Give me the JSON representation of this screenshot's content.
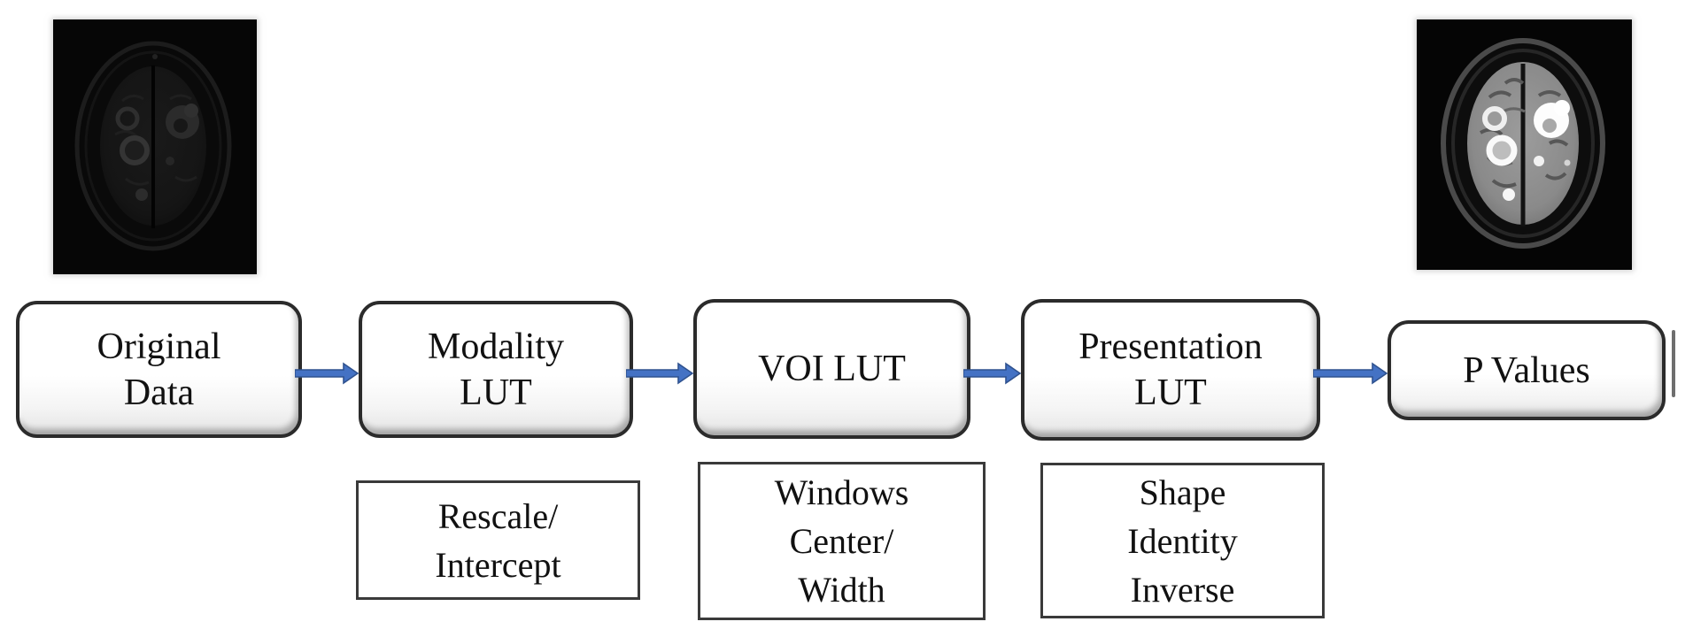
{
  "diagram": {
    "type": "flowchart",
    "subject": "DICOM grayscale pixel transformation pipeline",
    "flow_boxes": [
      {
        "id": "original-data",
        "text": "Original\nData"
      },
      {
        "id": "modality-lut",
        "text": "Modality\nLUT"
      },
      {
        "id": "voi-lut",
        "text": "VOI LUT"
      },
      {
        "id": "presentation-lut",
        "text": "Presentation\nLUT"
      },
      {
        "id": "p-values",
        "text": "P Values"
      }
    ],
    "detail_boxes": [
      {
        "id": "rescale-intercept",
        "attached_to": "modality-lut",
        "text": "Rescale/\nIntercept"
      },
      {
        "id": "windows-center-width",
        "attached_to": "voi-lut",
        "text": "Windows\nCenter/\nWidth"
      },
      {
        "id": "shape-identity-inverse",
        "attached_to": "presentation-lut",
        "text": "Shape\nIdentity\nInverse"
      }
    ],
    "images": [
      {
        "id": "original-mri",
        "alt": "dark axial brain MRI slice (raw data, very low brightness)",
        "above": "original-data"
      },
      {
        "id": "pvalues-mri",
        "alt": "bright axial brain MRI slice with white lesions (displayed output)",
        "above": "p-values"
      }
    ],
    "connectors": {
      "count": 4,
      "direction": "left-to-right"
    },
    "colors": {
      "arrow_fill": "#4472c4",
      "arrow_outline": "#2f528f",
      "box_border": "#2b2b2b",
      "box_fill": "#ffffff",
      "detail_box_border": "#3a3a3a"
    }
  }
}
